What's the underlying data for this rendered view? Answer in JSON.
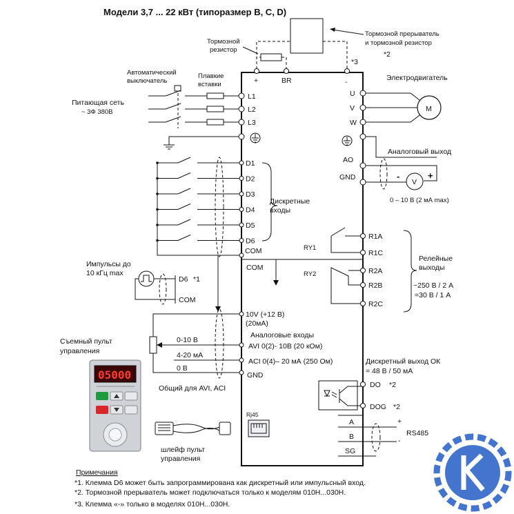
{
  "title": "Модели 3,7 ... 22 кВт (типоразмер B, C, D)",
  "brake": {
    "resistor": [
      "Тормозной",
      "резистор"
    ],
    "unit": [
      "Тормозной прерыватель",
      "и тормозной резистор"
    ],
    "unit_note": "*2",
    "minus_note": "*3",
    "terminals": [
      "+",
      "BR",
      "-"
    ]
  },
  "power": {
    "breaker": [
      "Автоматический",
      "выключатель"
    ],
    "fuses": [
      "Плавкие",
      "вставки"
    ],
    "mains": [
      "Питающая сеть",
      "~ 3Ф 380В"
    ],
    "terminals": [
      "L1",
      "L2",
      "L3"
    ]
  },
  "motor": {
    "label": "Электродвигатель",
    "symbol": "M",
    "terminals": [
      "U",
      "V",
      "W"
    ]
  },
  "digital_inputs": {
    "terminals": [
      "D1",
      "D2",
      "D3",
      "D4",
      "D5",
      "D6"
    ],
    "label": [
      "Дискретные",
      "входы"
    ],
    "com": "COM"
  },
  "pulse": {
    "label": [
      "Импульсы до",
      "10 кГц max"
    ],
    "terminal": "D6",
    "note": "*1",
    "com": "COM"
  },
  "analog_out": {
    "label": "Аналоговый выход",
    "terminals": [
      "AO",
      "GND"
    ],
    "meter": "V",
    "minus": "-",
    "plus": "+",
    "range": "0 – 10 В (2 мА max)"
  },
  "relays": {
    "ry1": "RY1",
    "ry2": "RY2",
    "terminals": [
      "R1A",
      "R1C",
      "R2A",
      "R2B",
      "R2C"
    ],
    "label": [
      "Релейные",
      "выходы"
    ],
    "ratings": [
      "~250 В / 2 А",
      "=30 В / 1 А"
    ]
  },
  "analog_in": {
    "supply": [
      "10V  (+12 В)",
      "(20мА)"
    ],
    "label": "Аналоговые входы",
    "avi": "AVI  0(2)- 10В (20 кОм)",
    "aci": "ACI  0(4)– 20 мА (250 Ом)",
    "gnd": "GND",
    "volt": "0-10 В",
    "curr": "4-20 мА",
    "zero": "0 В",
    "common": "Общий для AVI, ACI"
  },
  "keypad": {
    "label": [
      "Съемный пульт",
      "управления"
    ],
    "display": "05000",
    "cable": [
      "шлейф пульт",
      "управления"
    ],
    "port": "Rj45"
  },
  "digital_out": {
    "label": [
      "Дискретный выход ОК",
      "= 48 В / 50 мА"
    ],
    "do": "DO",
    "dog": "DOG",
    "note": "*2"
  },
  "rs485": {
    "terminals": [
      "A",
      "B",
      "SG"
    ],
    "plus": "+",
    "minus": "-",
    "label": "RS485"
  },
  "notes": {
    "heading": "Примечания",
    "lines": [
      "*1. Клемма D6 может быть запрограммирована как дискретный или импульсный вход.",
      "*2. Тормозной прерыватель может подключаться только к моделям 010Н...030Н.",
      "*3. Клемма «-» только в моделях 010Н...030Н."
    ]
  },
  "colors": {
    "logo": "#2f66c9",
    "display_bg": "#3a0606",
    "display_digits": "#ff3b2a",
    "run_button": "#1f9a3f",
    "stop_button": "#d8262a",
    "keypad_body": "#cfd3d8"
  }
}
